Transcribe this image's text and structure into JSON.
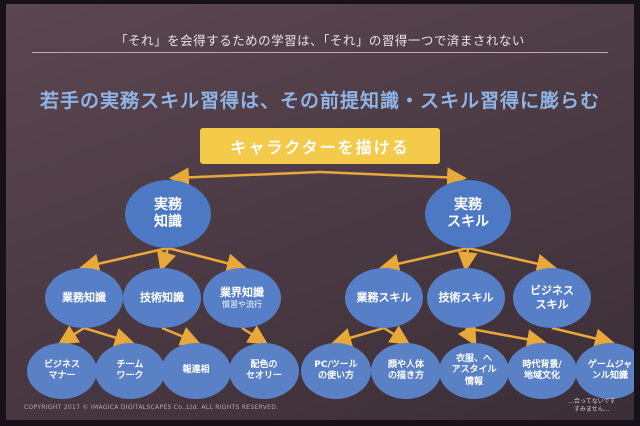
{
  "header": {
    "text": "「それ」を会得するための学習は、「それ」の習得一つで済まされない"
  },
  "title": "若手の実務スキル習得は、その前提知識・スキル習得に膨らむ",
  "root": {
    "label": "キャラクターを描ける"
  },
  "level1": [
    {
      "lines": [
        "実務",
        "知識"
      ]
    },
    {
      "lines": [
        "実務",
        "スキル"
      ]
    }
  ],
  "level2": [
    {
      "lines": [
        "業務知識"
      ],
      "sub": ""
    },
    {
      "lines": [
        "技術知識"
      ],
      "sub": ""
    },
    {
      "lines": [
        "業界知識"
      ],
      "sub": "慣習や流行"
    },
    {
      "lines": [
        "業務スキル"
      ],
      "sub": ""
    },
    {
      "lines": [
        "技術スキル"
      ],
      "sub": ""
    },
    {
      "lines": [
        "ビジネス",
        "スキル"
      ],
      "sub": ""
    }
  ],
  "level3": [
    {
      "lines": [
        "ビジネス",
        "マナー"
      ]
    },
    {
      "lines": [
        "チーム",
        "ワーク"
      ]
    },
    {
      "lines": [
        "報連相"
      ]
    },
    {
      "lines": [
        "配色の",
        "セオリー"
      ]
    },
    {
      "lines": [
        "PC/ツール",
        "の使い方"
      ]
    },
    {
      "lines": [
        "顔や人体",
        "の描き方"
      ]
    },
    {
      "lines": [
        "衣服、へ",
        "アスタイル",
        "情報"
      ]
    },
    {
      "lines": [
        "時代背景/",
        "地域文化"
      ]
    },
    {
      "lines": [
        "ゲームジャ",
        "ンル知識"
      ]
    }
  ],
  "footer": {
    "copyright": "COPYRIGHT 2017 © IMAGICA DIGITALSCAPES Co.,Ltd. ALL RIGHTS RESERVED.",
    "note_lines": [
      "…合ってないです",
      "すみません…"
    ]
  },
  "colors": {
    "root": "#f4ca4a",
    "node": "#4d78c4",
    "arrow": "#e8a83a",
    "title": "#8fb4e6"
  }
}
